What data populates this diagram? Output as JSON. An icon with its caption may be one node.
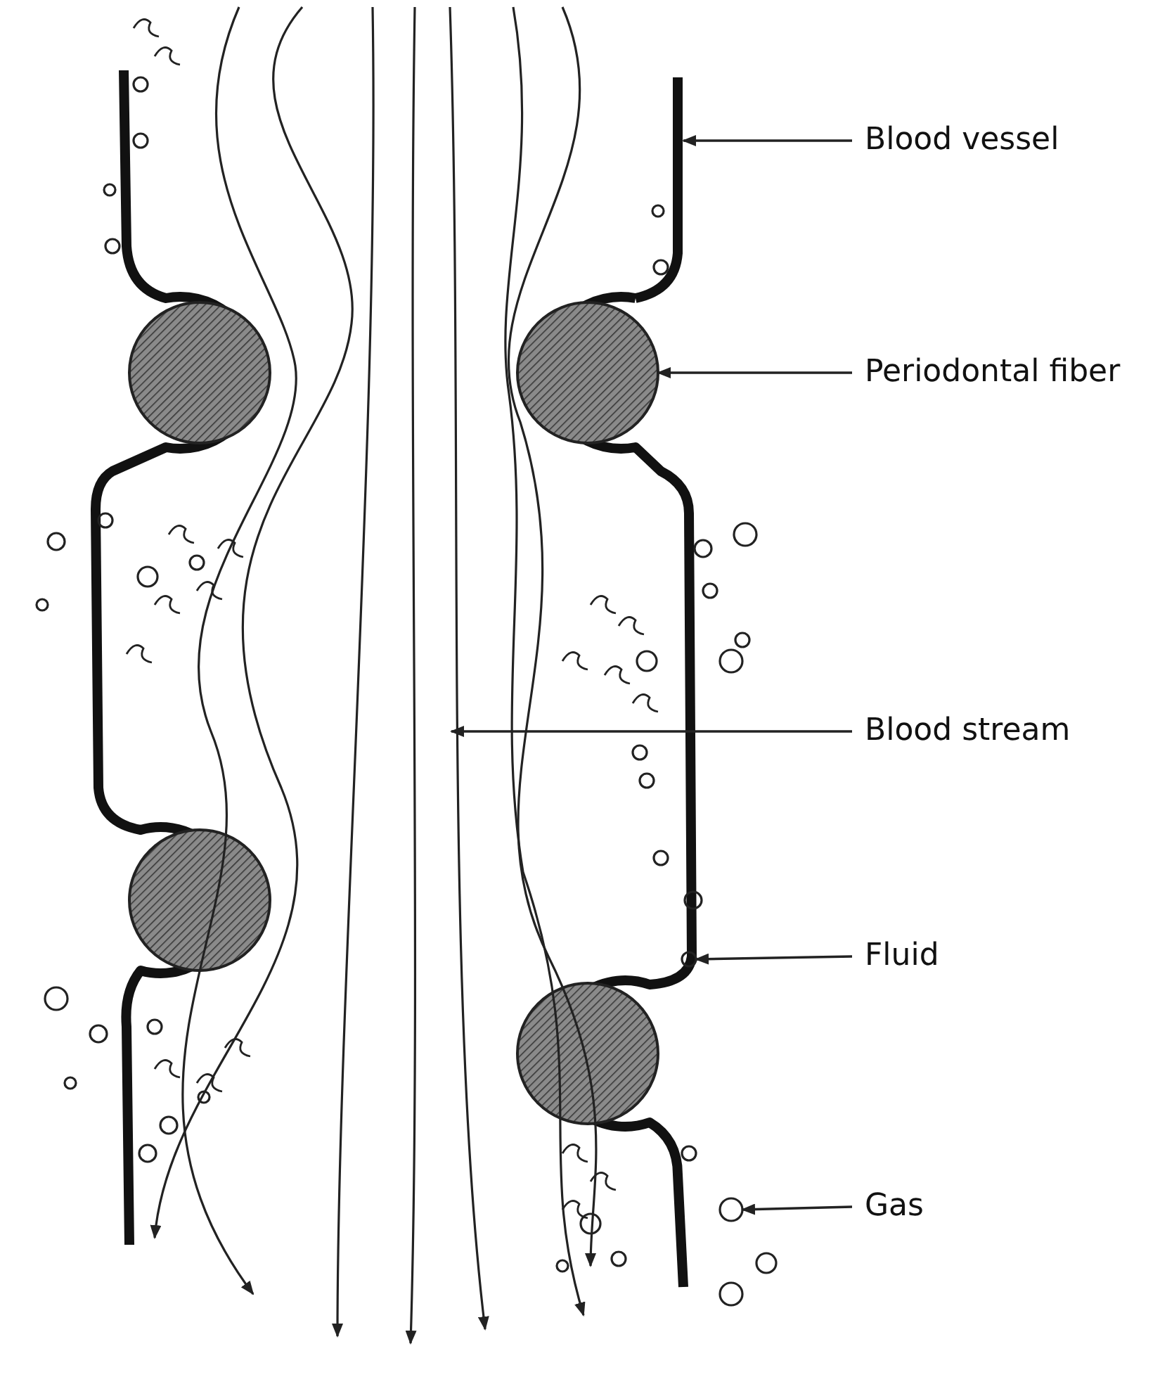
{
  "diagram": {
    "nodes": [
      {
        "text": [
          "Blood vessel"
        ]
      },
      {
        "text": [
          "Periodontal fiber"
        ]
      },
      {
        "text": [
          "Blood stream"
        ]
      },
      {
        "text": [
          "Fluid"
        ]
      },
      {
        "text": [
          "Gas"
        ]
      },
      {
        "text": [],
        "shape": "picture"
      },
      {
        "text": [],
        "shape": "circle"
      },
      {
        "text": [],
        "shape": "picture"
      },
      {
        "text": [],
        "shape": "circle"
      },
      {
        "text": [],
        "shape": "circle"
      }
    ],
    "edges": [
      {
        "from": 0,
        "to": 7,
        "arrow": "to"
      },
      {
        "from": 1,
        "to": 6,
        "arrow": "to"
      },
      {
        "from": 2,
        "to": 5,
        "arrow": "to"
      },
      {
        "from": 3,
        "to": 8,
        "arrow": "to"
      },
      {
        "from": 4,
        "to": 9,
        "arrow": "to"
      }
    ]
  }
}
